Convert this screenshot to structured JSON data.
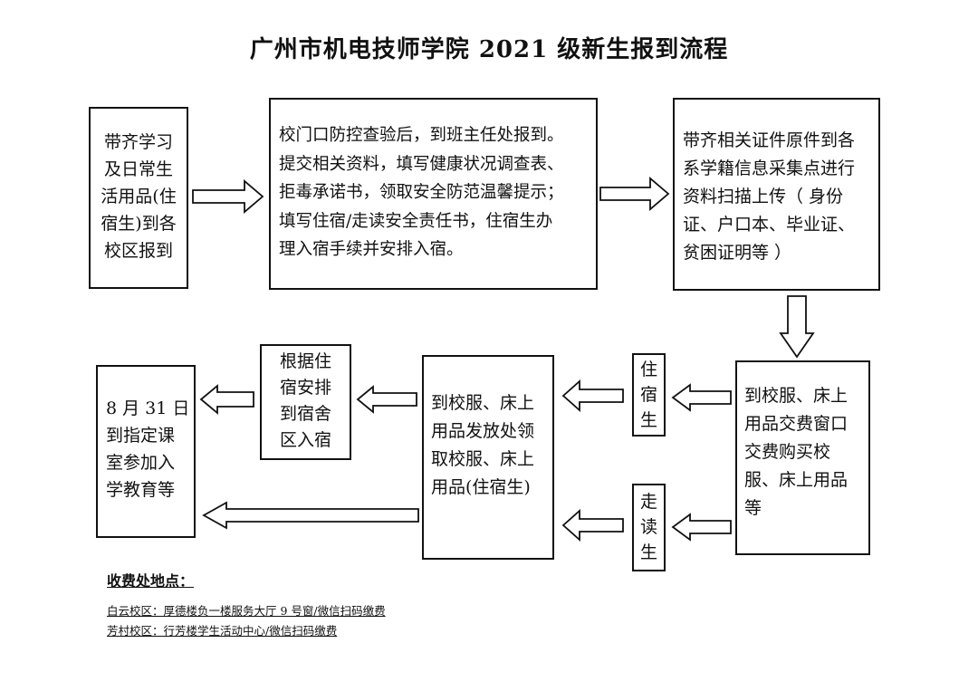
{
  "title": "广州市机电技师学院 2021 级新生报到流程",
  "steps": {
    "bring_items": "带齐学习\n及日常生\n活用品(住\n宿生)到各\n校区报到",
    "gate_check": "校门口防控查验后，到班主任处报到。\n提交相关资料，填写健康状况调查表、\n拒毒承诺书，领取安全防范温馨提示；\n填写住宿/走读安全责任书，住宿生办\n理入宿手续并安排入宿。",
    "documents": "带齐相关证件原件到各\n系学籍信息采集点进行\n资料扫描上传（ 身份\n证、户口本、毕业证、\n贫困证明等  ）",
    "payment": "到校服、床上\n用品交费窗口\n交费购买校\n服、床上用品\n等",
    "boarder": "住\n宿\n生",
    "day_student": "走\n读\n生",
    "collect": "到校服、床上\n用品发放处领\n取校服、床上\n用品(住宿生)",
    "dorm": "根据住\n宿安排\n到宿舍\n区入宿",
    "education": "8 月 31 日\n到指定课\n室参加入\n学教育等"
  },
  "notes": {
    "heading": "收费处地点：",
    "baiyun": "白云校区：厚德楼负一楼服务大厅 9 号窗/微信扫码缴费",
    "fangcun": "芳村校区：行芳楼学生活动中心/微信扫码缴费"
  }
}
